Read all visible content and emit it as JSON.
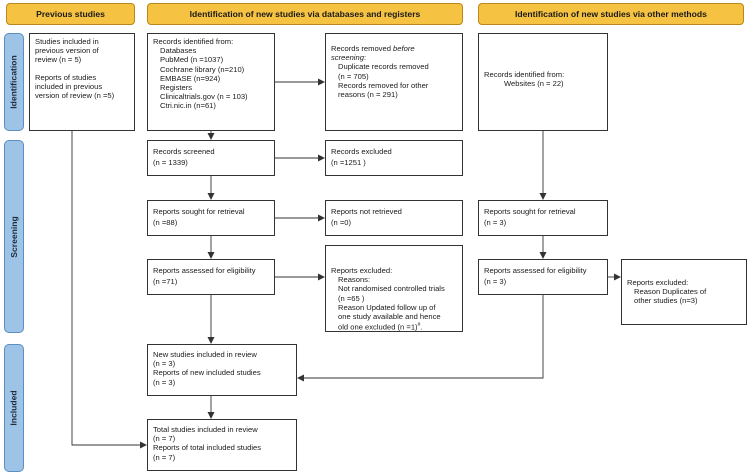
{
  "headers": {
    "previous": "Previous studies",
    "databases": "Identification of new studies via databases and registers",
    "other": "Identification of new studies via other methods"
  },
  "stages": {
    "identification": "Identification",
    "screening": "Screening",
    "included": "Included"
  },
  "previous_box": {
    "line1": "Studies included in",
    "line2": "previous version of",
    "line3": "review (n = 5)",
    "line4": "Reports of studies",
    "line5": "included in previous",
    "line6": "version of review (n =5)"
  },
  "records_identified": {
    "l0": "Records identified from:",
    "l1": "Databases",
    "l2": "PubMed (n =1037)",
    "l3": "Cochrane library (n=210)",
    "l4": "EMBASE (n=924)",
    "l5": "Registers",
    "l6": "Clinicaltrials.gov (n = 103)",
    "l7": "Ctri.nic.in (n=61)"
  },
  "records_removed": {
    "l0a": "Records removed ",
    "l0b": "before",
    "l0c": "screening",
    "l0d": ":",
    "l1": "Duplicate records removed",
    "l2": "(n = 705)",
    "l3": "Records removed for other",
    "l4": "reasons (n = 291)"
  },
  "other_identified": {
    "l0": "Records identified from:",
    "l1": "Websites (n = 22)"
  },
  "records_screened": {
    "l0": "Records screened",
    "l1": "(n = 1339)"
  },
  "records_excluded": {
    "l0": "Records excluded",
    "l1": "(n =1251 )"
  },
  "sought_db": {
    "l0": "Reports sought for retrieval",
    "l1": "(n =88)"
  },
  "not_retrieved": {
    "l0": "Reports not retrieved",
    "l1": "(n =0)"
  },
  "sought_other": {
    "l0": "Reports sought for retrieval",
    "l1": "(n = 3)"
  },
  "assessed_db": {
    "l0": "Reports assessed for eligibility",
    "l1": "(n =71)"
  },
  "excluded_db": {
    "l0": "Reports excluded:",
    "l1": "Reasons:",
    "l2": "Not randomised controlled trials",
    "l3": "(n =65 )",
    "l4": "Reason Updated follow up of",
    "l5": "one study available and hence",
    "l6": "old one excluded (n =1)",
    "l6sup": "#",
    "l6end": "."
  },
  "assessed_other": {
    "l0": "Reports assessed for eligibility",
    "l1": "(n = 3)"
  },
  "excluded_other": {
    "l0": "Reports excluded:",
    "l1": "Reason Duplicates of",
    "l2": "other studies (n=3)"
  },
  "new_included": {
    "l0": "New studies included in review",
    "l1": "(n = 3)",
    "l2": "Reports of new included studies",
    "l3": "(n = 3)"
  },
  "total_included": {
    "l0": "Total studies included in review",
    "l1": "(n = 7)",
    "l2": "Reports of total included studies",
    "l3": "(n = 7)"
  },
  "colors": {
    "header": "#f5c242",
    "stage": "#9dc3e6",
    "border": "#333333"
  }
}
